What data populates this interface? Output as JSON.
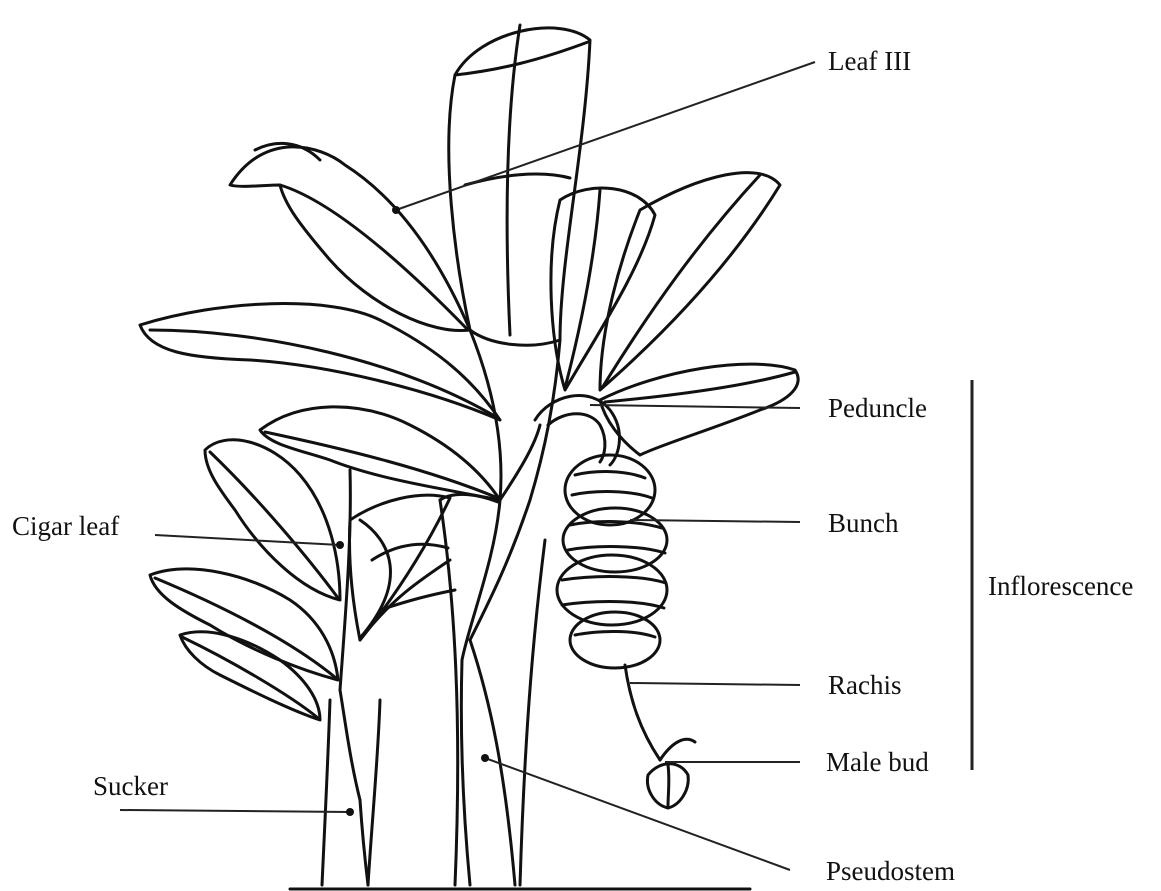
{
  "labels": {
    "leaf_iii": "Leaf III",
    "peduncle": "Peduncle",
    "bunch": "Bunch",
    "inflorescence": "Inflorescence",
    "rachis": "Rachis",
    "male_bud": "Male bud",
    "cigar_leaf": "Cigar leaf",
    "sucker": "Sucker",
    "pseudostem": "Pseudostem"
  },
  "colors": {
    "line": "#111111",
    "background": "#ffffff"
  }
}
